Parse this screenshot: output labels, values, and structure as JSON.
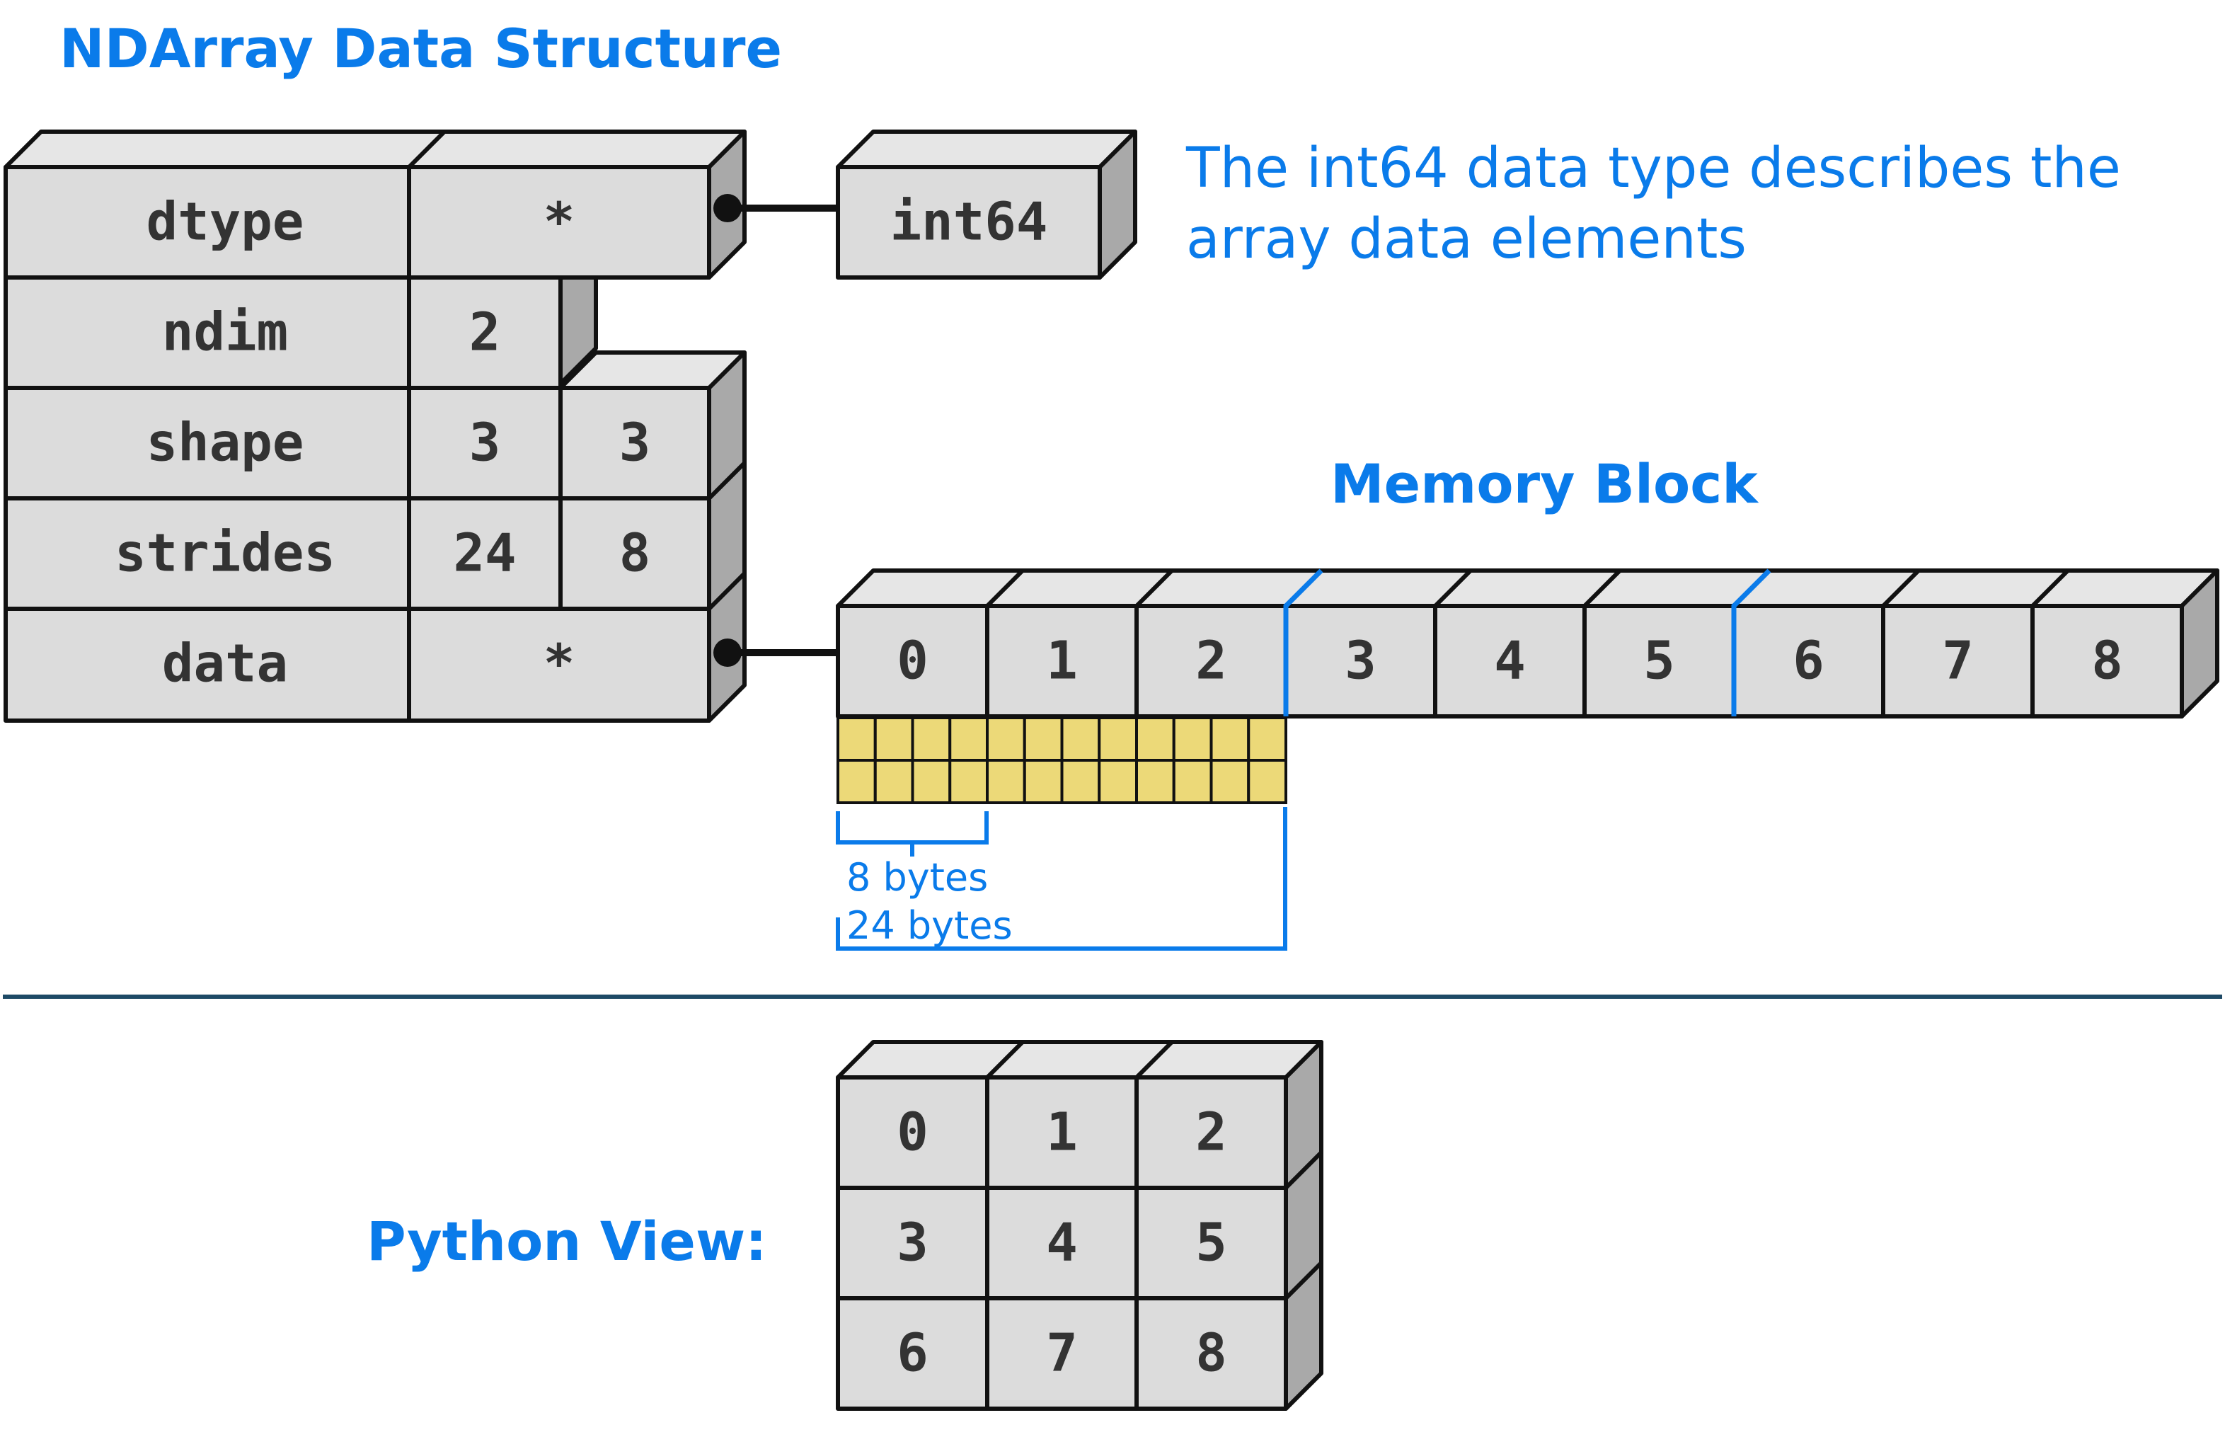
{
  "titles": {
    "structure": "NDArray Data Structure",
    "memory": "Memory Block",
    "python": "Python View:"
  },
  "fields": [
    {
      "name": "dtype",
      "values": [
        "*"
      ]
    },
    {
      "name": "ndim",
      "values": [
        "2"
      ]
    },
    {
      "name": "shape",
      "values": [
        "3",
        "3"
      ]
    },
    {
      "name": "strides",
      "values": [
        "24",
        "8"
      ]
    },
    {
      "name": "data",
      "values": [
        "*"
      ]
    }
  ],
  "dtype_box": "int64",
  "dtype_note": [
    "The int64 data type describes the",
    "array data elements"
  ],
  "memory_cells": [
    "0",
    "1",
    "2",
    "3",
    "4",
    "5",
    "6",
    "7",
    "8"
  ],
  "byte_labels": {
    "small": "8 bytes",
    "large": "24 bytes"
  },
  "python_view": [
    [
      "0",
      "1",
      "2"
    ],
    [
      "3",
      "4",
      "5"
    ],
    [
      "6",
      "7",
      "8"
    ]
  ],
  "colors": {
    "accent": "#0a7bea",
    "cell": "#dcdcdc",
    "side": "#a9a9a9",
    "byte": "#ecd978",
    "divider": "#1e4a66"
  }
}
